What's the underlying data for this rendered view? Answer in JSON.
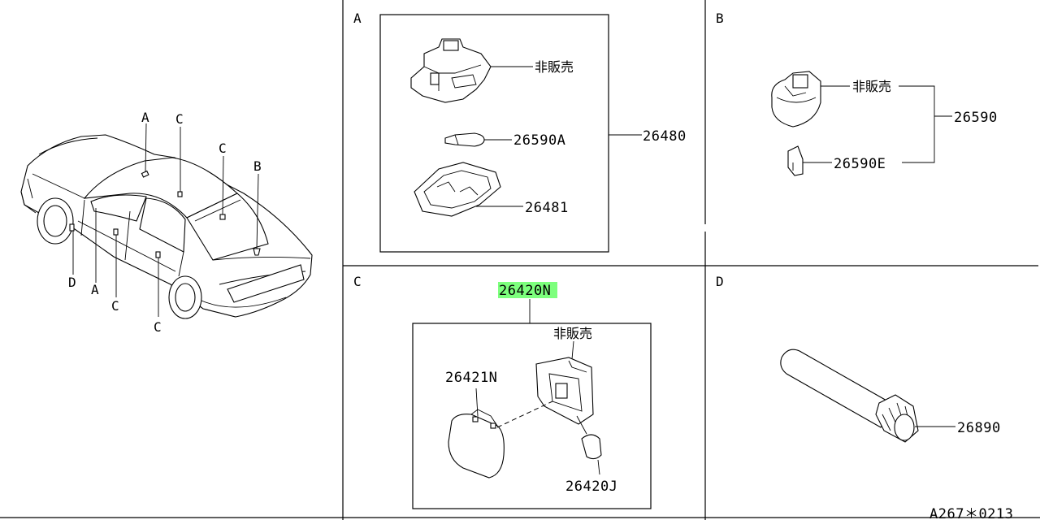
{
  "title": "",
  "overview": {
    "callouts": [
      "A",
      "C",
      "C",
      "B",
      "D",
      "A",
      "C",
      "C"
    ]
  },
  "sections": {
    "A": {
      "label": "A",
      "parts": {
        "not_sold": "非販売",
        "bulb": "26590A",
        "assembly": "26480",
        "lens": "26481"
      }
    },
    "B": {
      "label": "B",
      "parts": {
        "not_sold": "非販売",
        "assembly": "26590",
        "bulb": "26590E"
      }
    },
    "C": {
      "label": "C",
      "parts": {
        "assembly": "26420N",
        "not_sold": "非販売",
        "lens": "26421N",
        "bulb": "26420J"
      },
      "highlight_color": "#7dff7d"
    },
    "D": {
      "label": "D",
      "parts": {
        "part": "26890"
      }
    }
  },
  "footer": {
    "drawing_code": "A267＊0213"
  }
}
